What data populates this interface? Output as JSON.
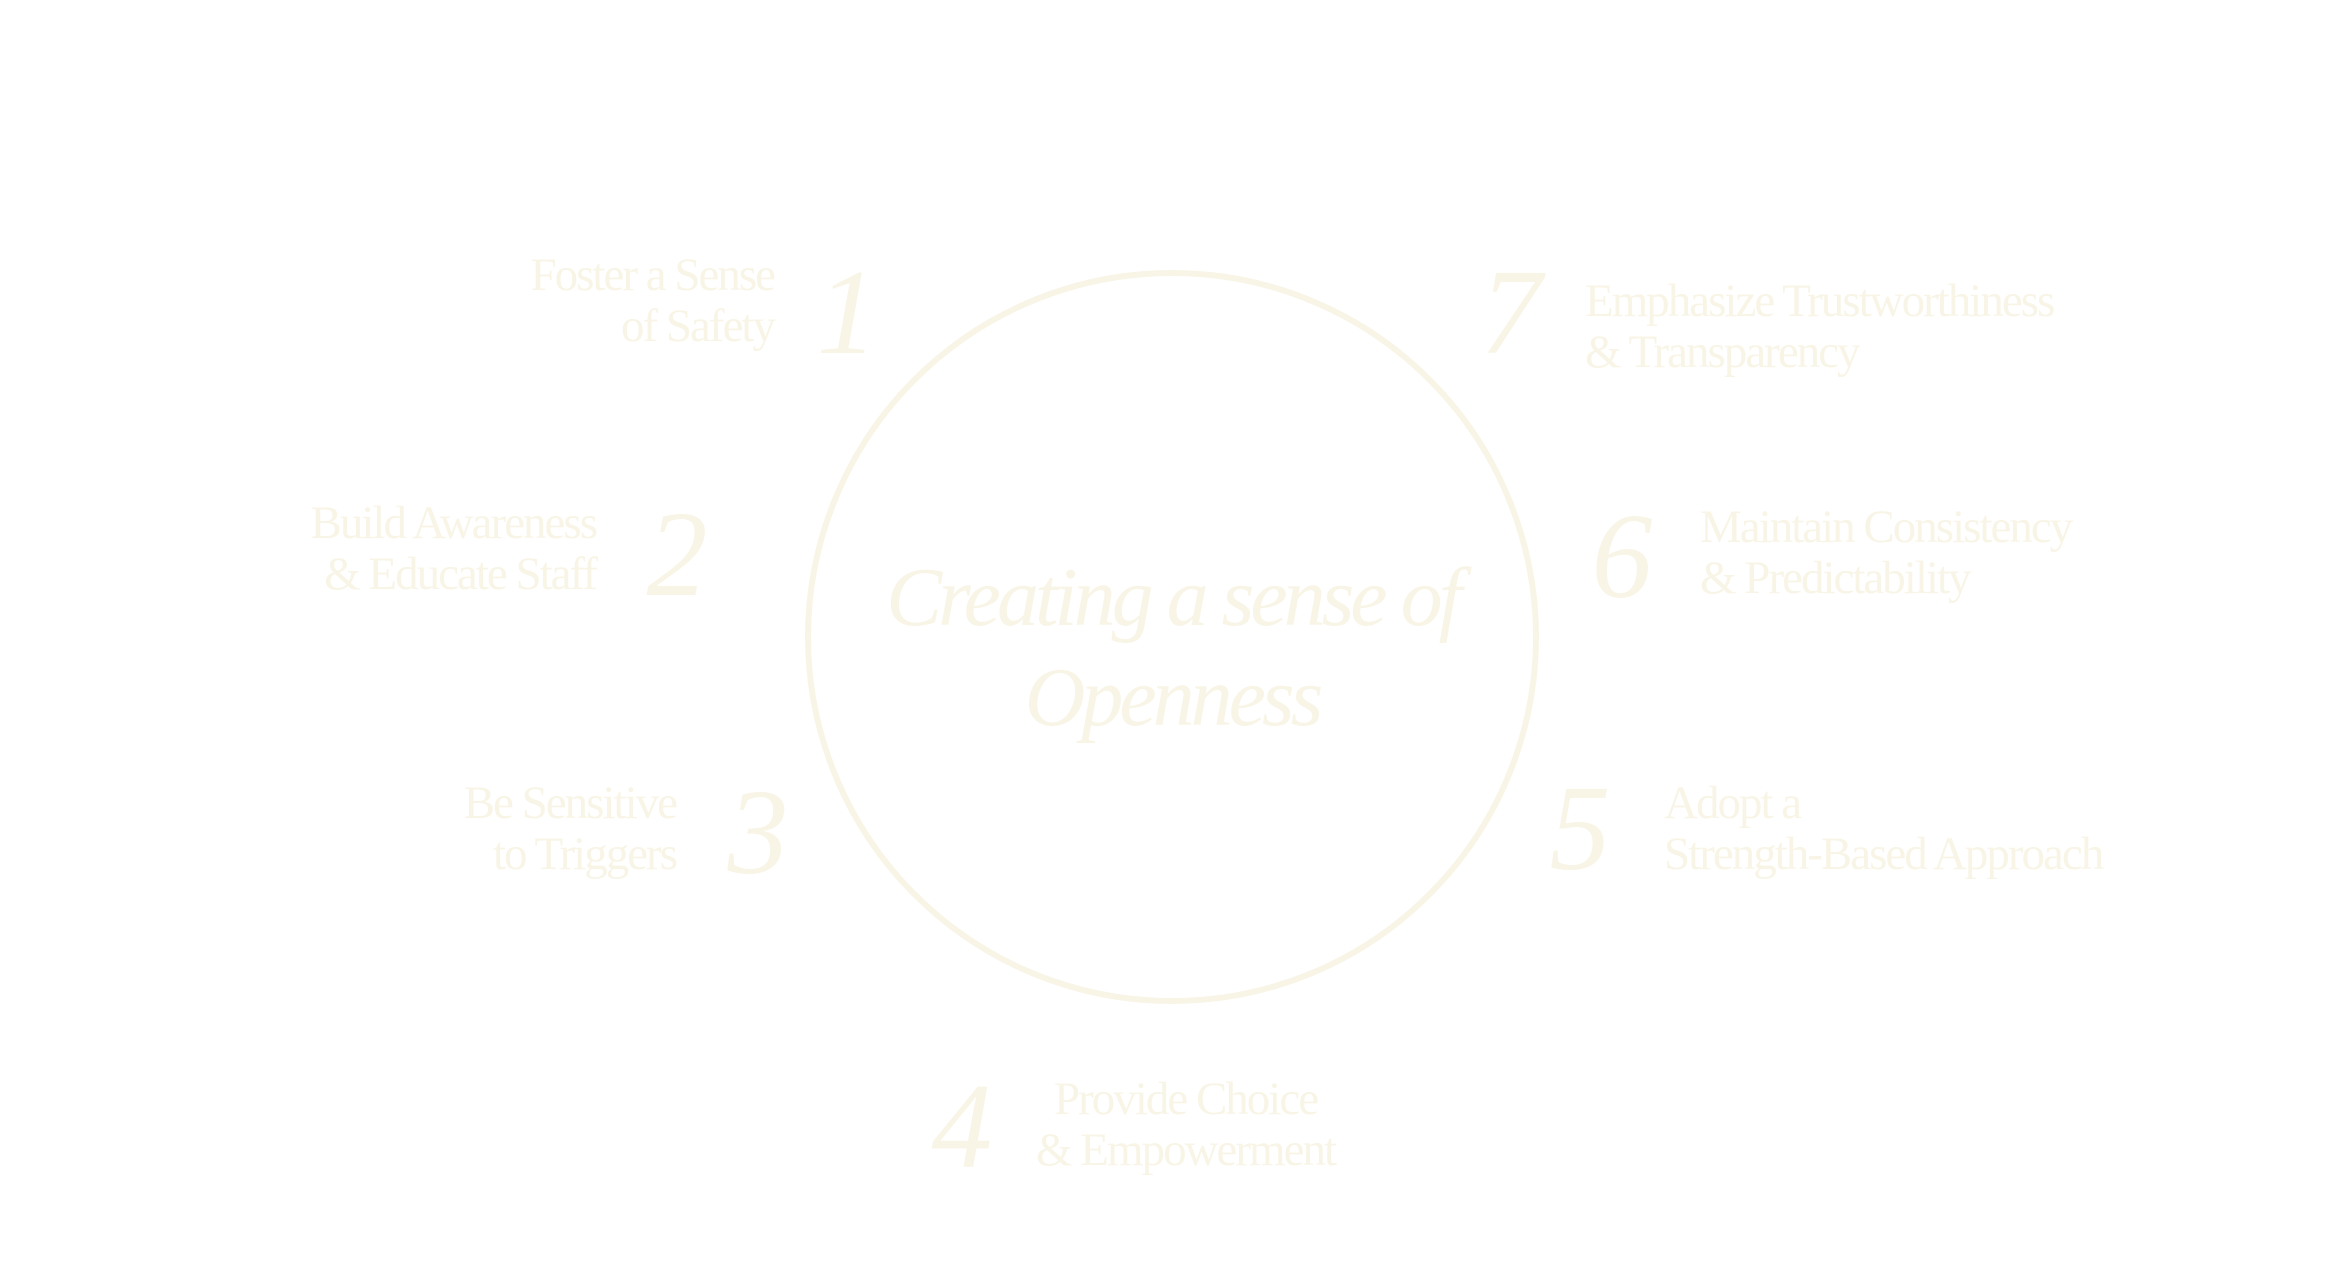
{
  "colors": {
    "ink": "#f8f5e6",
    "background": "#ffffff"
  },
  "center": {
    "line1": "Creating a sense of",
    "line2": "Openness"
  },
  "items": [
    {
      "number": "1",
      "line1": "Foster a Sense",
      "line2": "of Safety"
    },
    {
      "number": "2",
      "line1": "Build Awareness",
      "line2": "& Educate Staff"
    },
    {
      "number": "3",
      "line1": "Be Sensitive",
      "line2": "to Triggers"
    },
    {
      "number": "4",
      "line1": "Provide Choice",
      "line2": "& Empowerment"
    },
    {
      "number": "5",
      "line1": "Adopt a",
      "line2": "Strength-Based Approach"
    },
    {
      "number": "6",
      "line1": "Maintain Consistency",
      "line2": "& Predictability"
    },
    {
      "number": "7",
      "line1": "Emphasize Trustworthiness",
      "line2": "& Transparency"
    }
  ]
}
